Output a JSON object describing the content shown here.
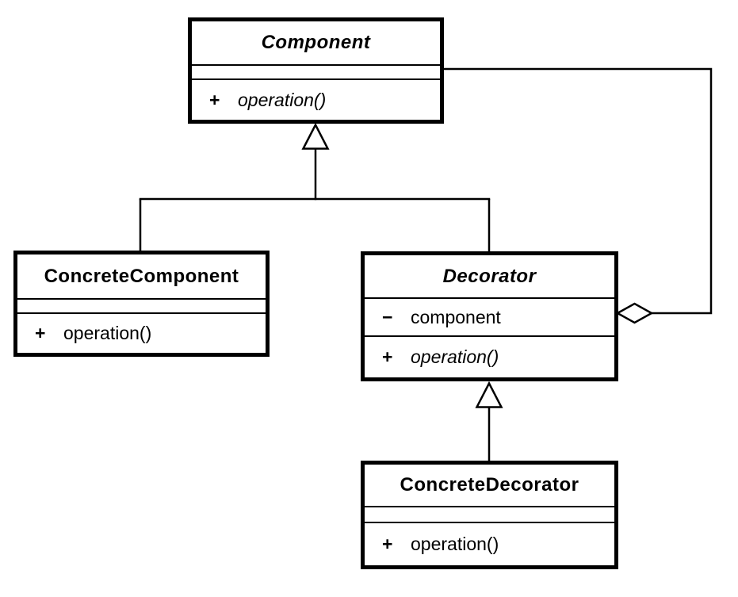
{
  "colors": {
    "background": "#ffffff",
    "line": "#000000",
    "text": "#000000",
    "box_fill": "#ffffff"
  },
  "classes": {
    "component": {
      "name": "Component",
      "abstract": true,
      "attributes": [],
      "operations": [
        {
          "visibility": "+",
          "signature": "operation()",
          "abstract": true
        }
      ]
    },
    "concrete_component": {
      "name": "ConcreteComponent",
      "abstract": false,
      "attributes": [],
      "operations": [
        {
          "visibility": "+",
          "signature": "operation()",
          "abstract": false
        }
      ]
    },
    "decorator": {
      "name": "Decorator",
      "abstract": true,
      "attributes": [
        {
          "visibility": "−",
          "name": "component"
        }
      ],
      "operations": [
        {
          "visibility": "+",
          "signature": "operation()",
          "abstract": true
        }
      ]
    },
    "concrete_decorator": {
      "name": "ConcreteDecorator",
      "abstract": false,
      "attributes": [],
      "operations": [
        {
          "visibility": "+",
          "signature": "operation()",
          "abstract": false
        }
      ]
    }
  },
  "relationships": [
    {
      "type": "generalization",
      "from": "ConcreteComponent",
      "to": "Component"
    },
    {
      "type": "generalization",
      "from": "Decorator",
      "to": "Component"
    },
    {
      "type": "generalization",
      "from": "ConcreteDecorator",
      "to": "Decorator"
    },
    {
      "type": "aggregation",
      "owner": "Decorator",
      "part": "Component",
      "via_attribute": "component"
    }
  ]
}
